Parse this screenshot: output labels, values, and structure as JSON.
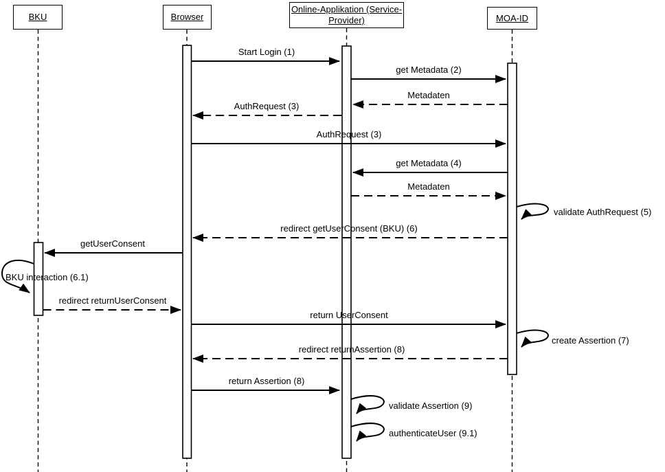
{
  "diagram": {
    "type": "uml-sequence-diagram",
    "actors": [
      {
        "id": "bku",
        "name": "BKU",
        "lines": [
          "BKU"
        ]
      },
      {
        "id": "browser",
        "name": "Browser",
        "lines": [
          "Browser"
        ]
      },
      {
        "id": "online-applikation",
        "name": "Online-Applikation (Service-Provider)",
        "lines": [
          "Online-Applikation (Service-",
          "Provider)"
        ]
      },
      {
        "id": "moa-id",
        "name": "MOA-ID",
        "lines": [
          "MOA-ID"
        ]
      }
    ],
    "messages": [
      {
        "label": "Start Login (1)",
        "from": "browser",
        "to": "online-applikation",
        "line": "solid"
      },
      {
        "label": "get Metadata (2)",
        "from": "online-applikation",
        "to": "moa-id",
        "line": "solid"
      },
      {
        "label": "Metadaten",
        "from": "moa-id",
        "to": "online-applikation",
        "line": "dashed"
      },
      {
        "label": "AuthRequest (3)",
        "from": "online-applikation",
        "to": "browser",
        "line": "dashed"
      },
      {
        "label": "AuthRequest (3)",
        "from": "browser",
        "to": "moa-id",
        "line": "solid"
      },
      {
        "label": "get Metadata (4)",
        "from": "moa-id",
        "to": "online-applikation",
        "line": "solid"
      },
      {
        "label": "Metadaten",
        "from": "online-applikation",
        "to": "moa-id",
        "line": "dashed"
      },
      {
        "label": "validate AuthRequest (5)",
        "from": "moa-id",
        "to": "moa-id",
        "line": "self"
      },
      {
        "label": "redirect getUserConsent (BKU) (6)",
        "from": "moa-id",
        "to": "browser",
        "line": "dashed"
      },
      {
        "label": "getUserConsent",
        "from": "browser",
        "to": "bku",
        "line": "solid"
      },
      {
        "label": "BKU interaction (6.1)",
        "from": "bku",
        "to": "bku",
        "line": "self"
      },
      {
        "label": "redirect returnUserConsent",
        "from": "bku",
        "to": "browser",
        "line": "dashed"
      },
      {
        "label": "return UserConsent",
        "from": "browser",
        "to": "moa-id",
        "line": "solid"
      },
      {
        "label": "create Assertion (7)",
        "from": "moa-id",
        "to": "moa-id",
        "line": "self"
      },
      {
        "label": "redirect returnAssertion (8)",
        "from": "moa-id",
        "to": "browser",
        "line": "dashed"
      },
      {
        "label": "return Assertion (8)",
        "from": "browser",
        "to": "online-applikation",
        "line": "solid"
      },
      {
        "label": "validate Assertion (9)",
        "from": "online-applikation",
        "to": "online-applikation",
        "line": "self"
      },
      {
        "label": "authenticateUser (9.1)",
        "from": "online-applikation",
        "to": "online-applikation",
        "line": "self"
      }
    ],
    "colors": {
      "stroke": "#000000",
      "background": "#ffffff"
    }
  }
}
